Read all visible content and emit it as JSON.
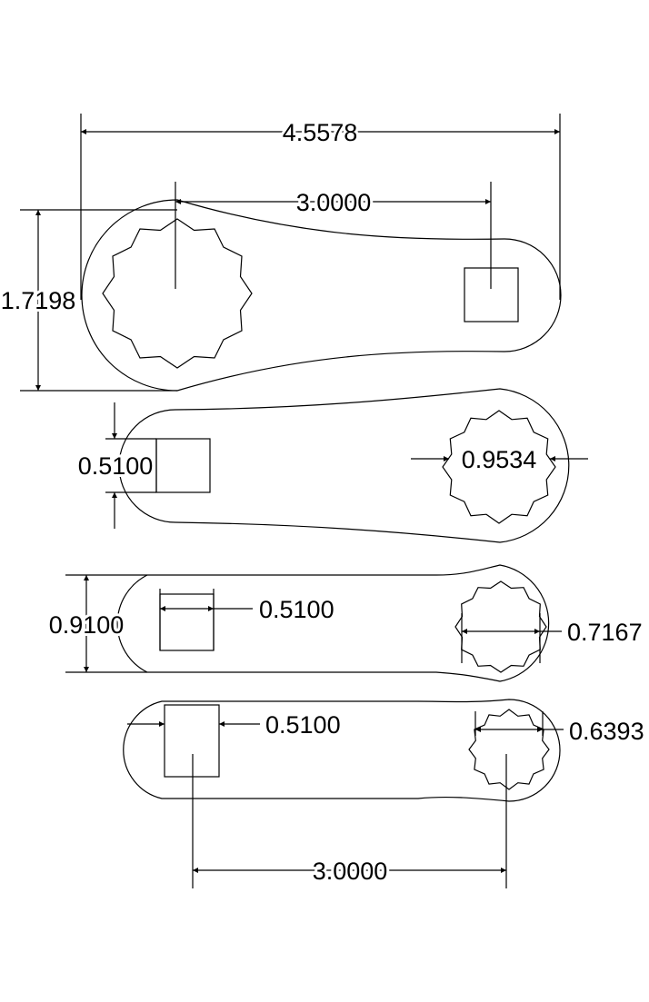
{
  "colors": {
    "background": "#ffffff",
    "line": "#000000"
  },
  "wrenches": [
    {
      "name": "large-crowfoot-wrench",
      "dimensions": {
        "overall_length": "4.5578",
        "center_distance": "3.0000",
        "head_width": "1.7198"
      }
    },
    {
      "name": "medium-crowfoot-wrench",
      "dimensions": {
        "square_drive": "0.5100",
        "opening": "0.9534"
      }
    },
    {
      "name": "small-crowfoot-wrench",
      "dimensions": {
        "head_width": "0.9100",
        "square_drive": "0.5100",
        "opening": "0.7167"
      }
    },
    {
      "name": "smallest-crowfoot-wrench",
      "dimensions": {
        "square_drive": "0.5100",
        "opening": "0.6393",
        "center_distance": "3.0000"
      }
    }
  ]
}
